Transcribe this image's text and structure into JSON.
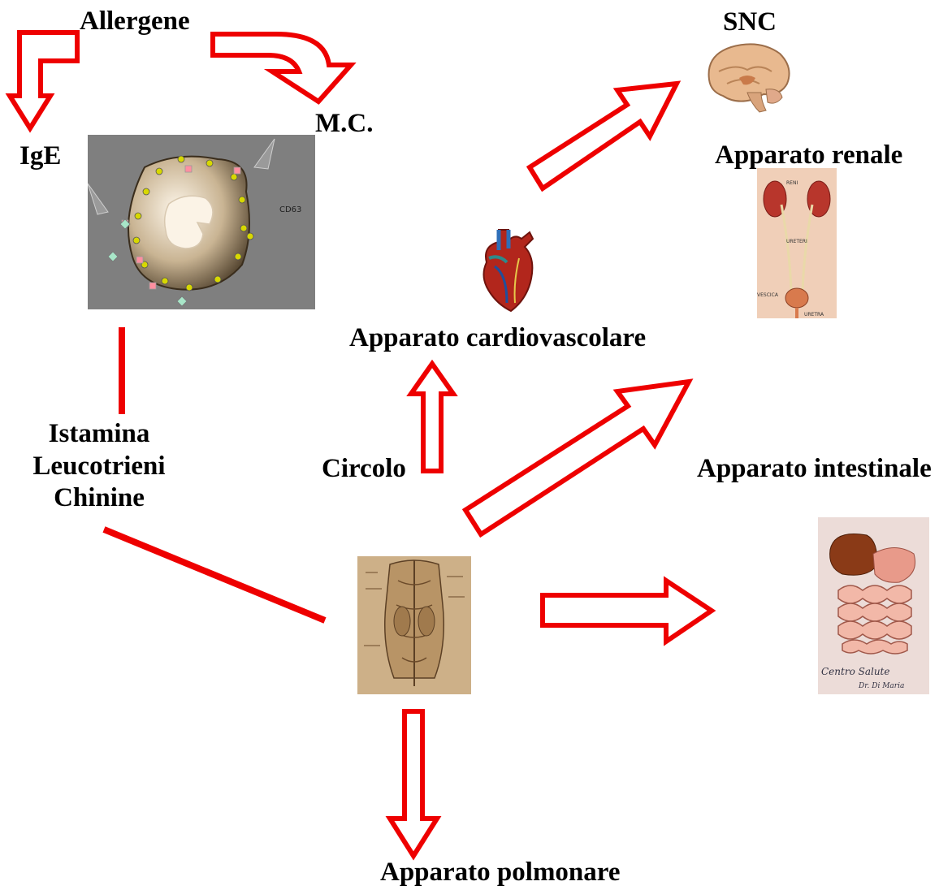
{
  "labels": {
    "allergene": "Allergene",
    "mc": "M.C.",
    "ige": "IgE",
    "snc": "SNC",
    "apparato_renale": "Apparato renale",
    "apparato_cardiovascolare": "Apparato cardiovascolare",
    "mediators": [
      "Istamina",
      "Leucotrieni",
      "Chinine"
    ],
    "circolo": "Circolo",
    "apparato_intestinale": "Apparato intestinale",
    "apparato_polmonare": "Apparato polmonare"
  },
  "images": {
    "mast_cell": {
      "cd_label": "CD63"
    },
    "brain": {},
    "kidneys": {
      "labels": [
        "RENI",
        "URETERI",
        "VESCICA",
        "URETRA"
      ]
    },
    "heart": {},
    "anatomy": {},
    "intestine": {
      "caption": "Centro Salute",
      "subcaption": "Dr. Di Maria"
    }
  },
  "colors": {
    "arrow_stroke": "#ee0000",
    "arrow_fill": "#ffffff",
    "text": "#000000"
  }
}
